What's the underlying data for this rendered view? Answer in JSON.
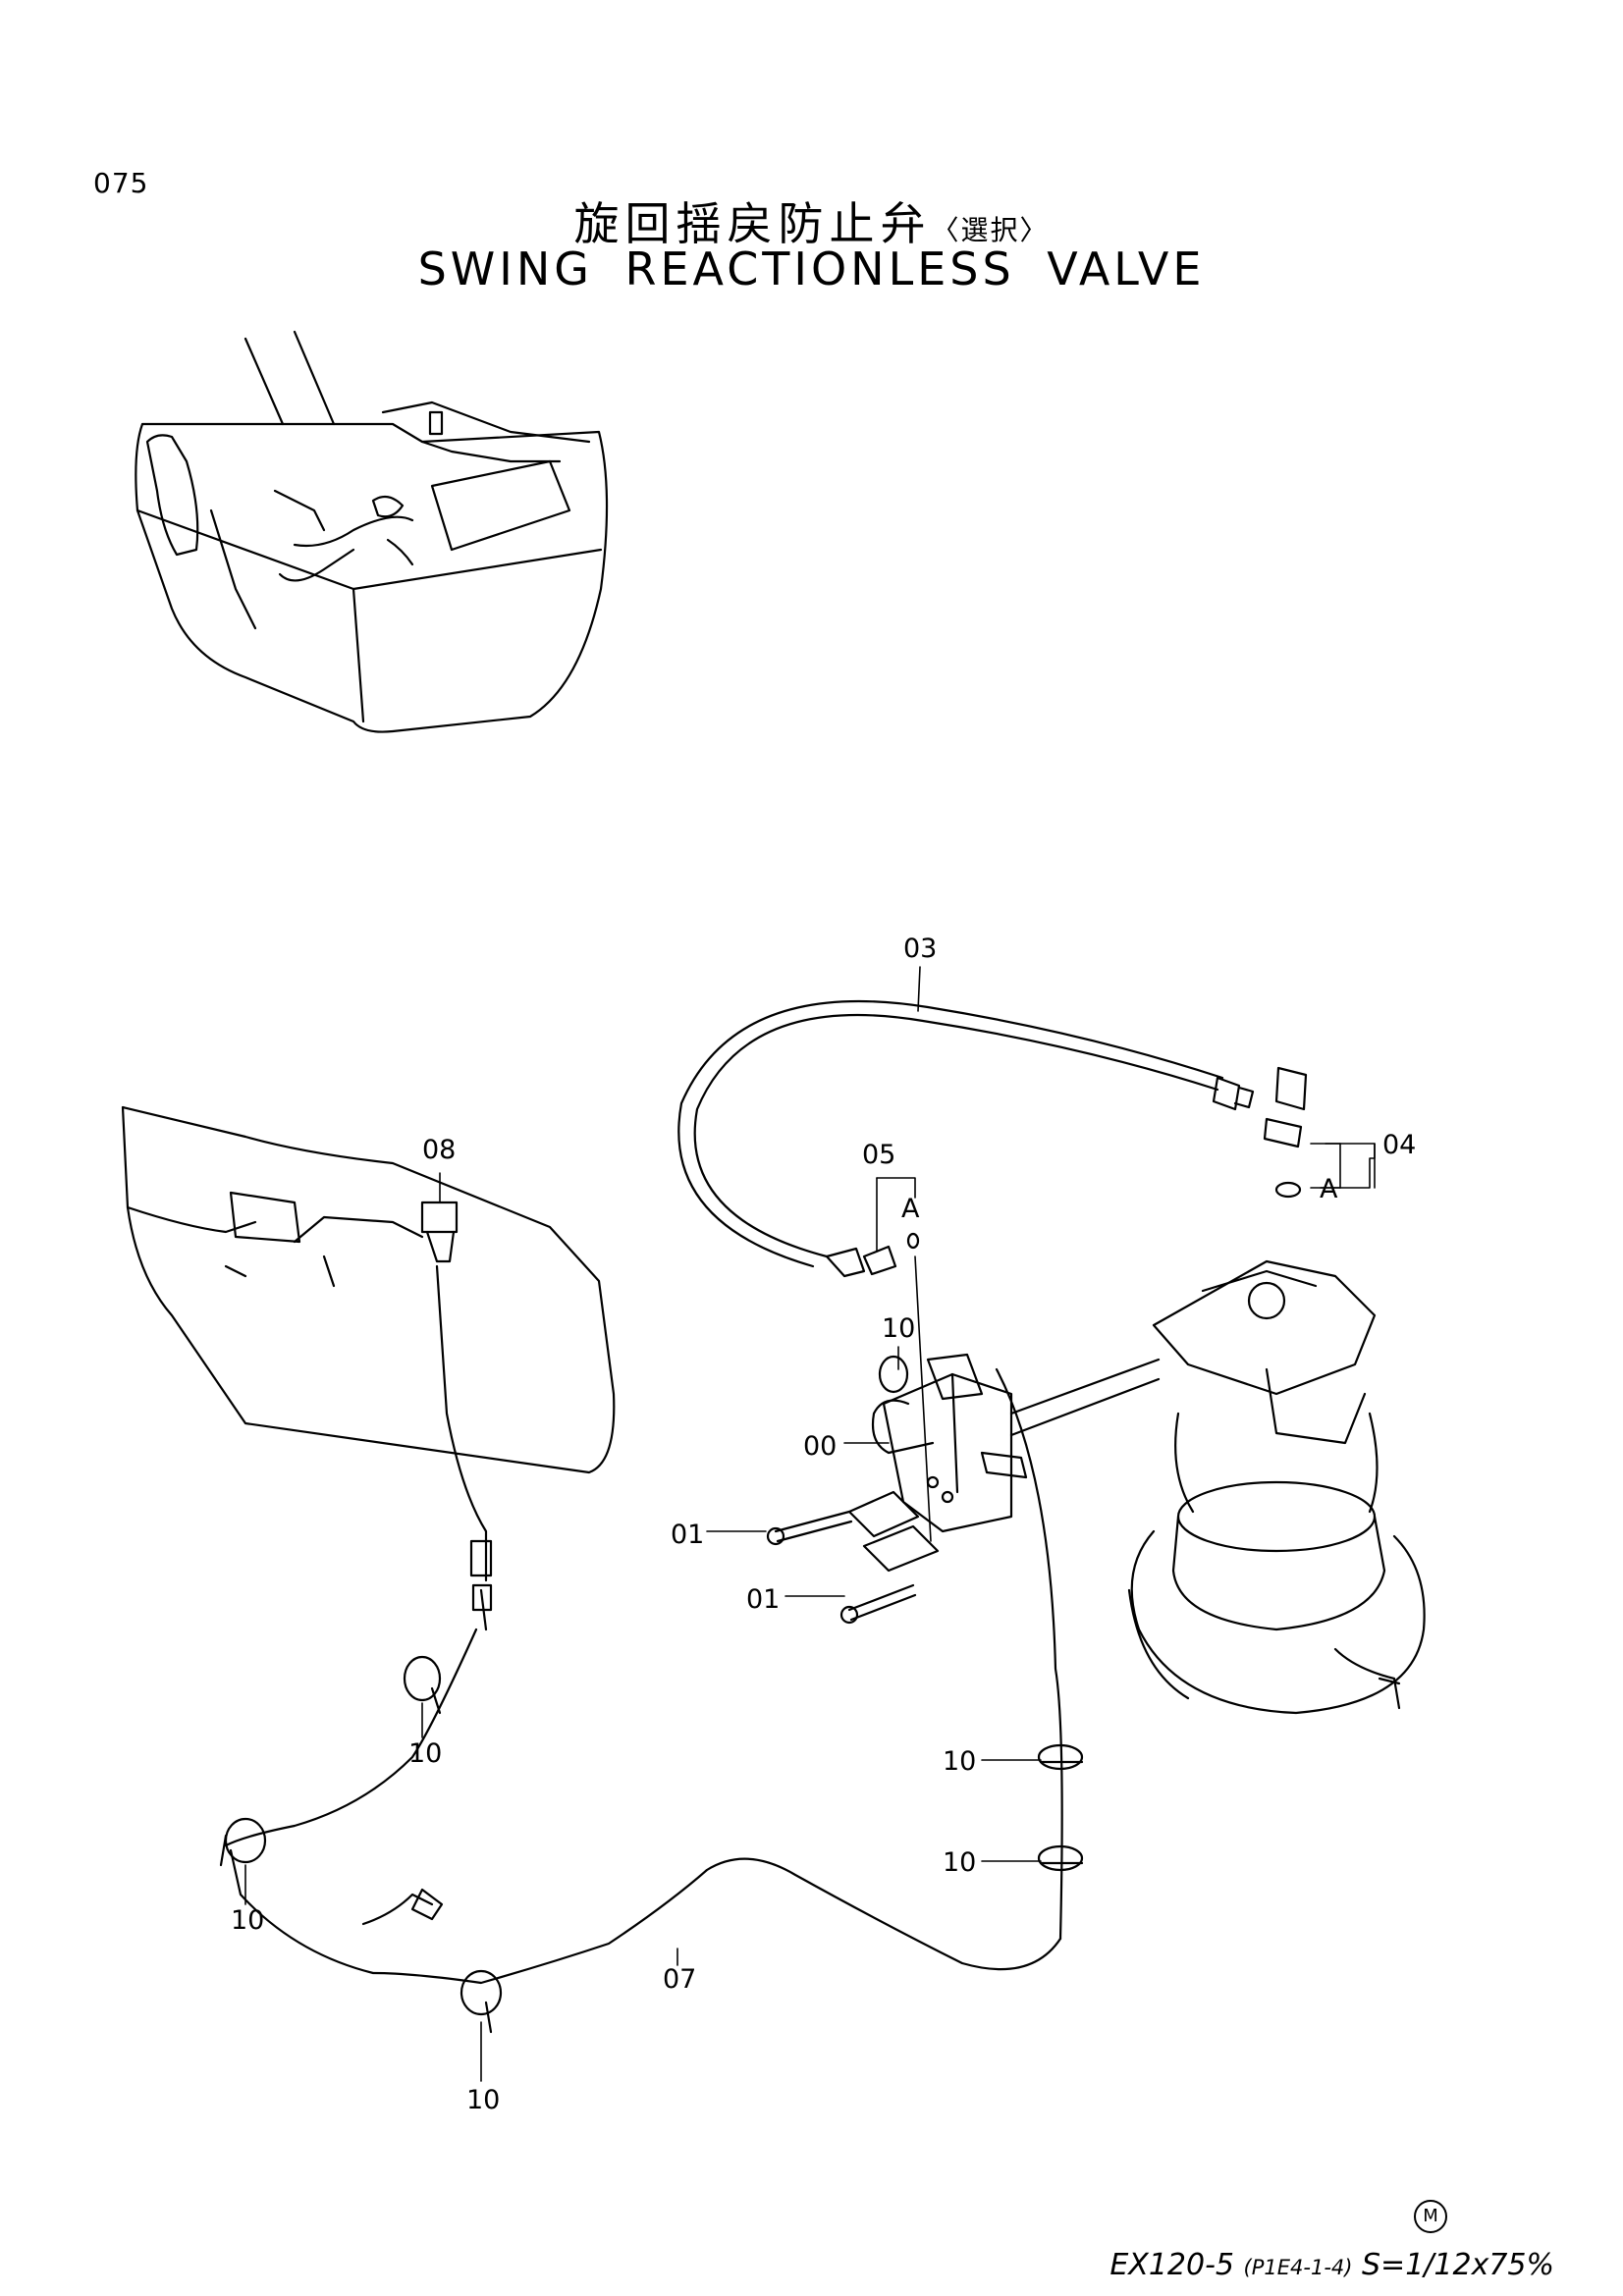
{
  "page": {
    "number": "075",
    "title_jp": "旋回揺戻防止弁",
    "title_jp_option": "〈選択〉",
    "title_en": "SWING REACTIONLESS VALVE"
  },
  "labels": {
    "p00": "00",
    "p01a": "01",
    "p01b": "01",
    "p03": "03",
    "p04": "04",
    "p05": "05",
    "p07": "07",
    "p08": "08",
    "p10_valve": "10",
    "p10_left_top": "10",
    "p10_left_mid": "10",
    "p10_left_bottom": "10",
    "p10_right_top": "10",
    "p10_right_bottom": "10",
    "ref_a_left": "A",
    "ref_a_right": "A"
  },
  "footer": {
    "model": "EX120-5",
    "code": "(P1E4-1-4)",
    "scale": "S=1/12x75%",
    "mark": "M"
  }
}
